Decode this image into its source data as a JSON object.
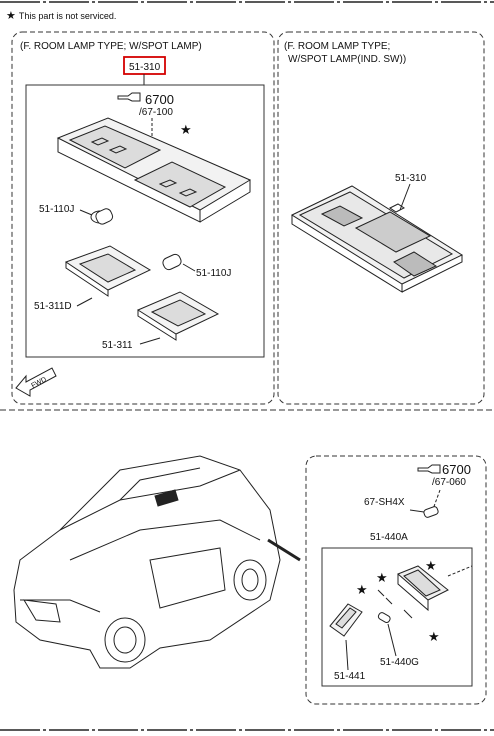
{
  "note": {
    "symbol": "★",
    "text": "This part is not serviced."
  },
  "panels": {
    "left_title": "(F. ROOM LAMP TYPE; W/SPOT LAMP)",
    "right_title_line1": "(F. ROOM LAMP TYPE;",
    "right_title_line2": "W/SPOT LAMP(IND. SW))"
  },
  "labels": {
    "highlighted_part": "51-310",
    "ref_left_code": "6700",
    "ref_left_sub": "/67-100",
    "part_110j_a": "51-110J",
    "part_110j_b": "51-110J",
    "part_311d": "51-311D",
    "part_311": "51-311",
    "part_310_right": "51-310",
    "ref_right_code": "6700",
    "ref_right_sub": "/67-060",
    "part_sh4x": "67-SH4X",
    "part_440a": "51-440A",
    "part_440g": "51-440G",
    "part_441": "51-441",
    "fwd": "FWD"
  },
  "colors": {
    "highlight": "#d40000",
    "line": "#222222",
    "dash": "#333333"
  }
}
